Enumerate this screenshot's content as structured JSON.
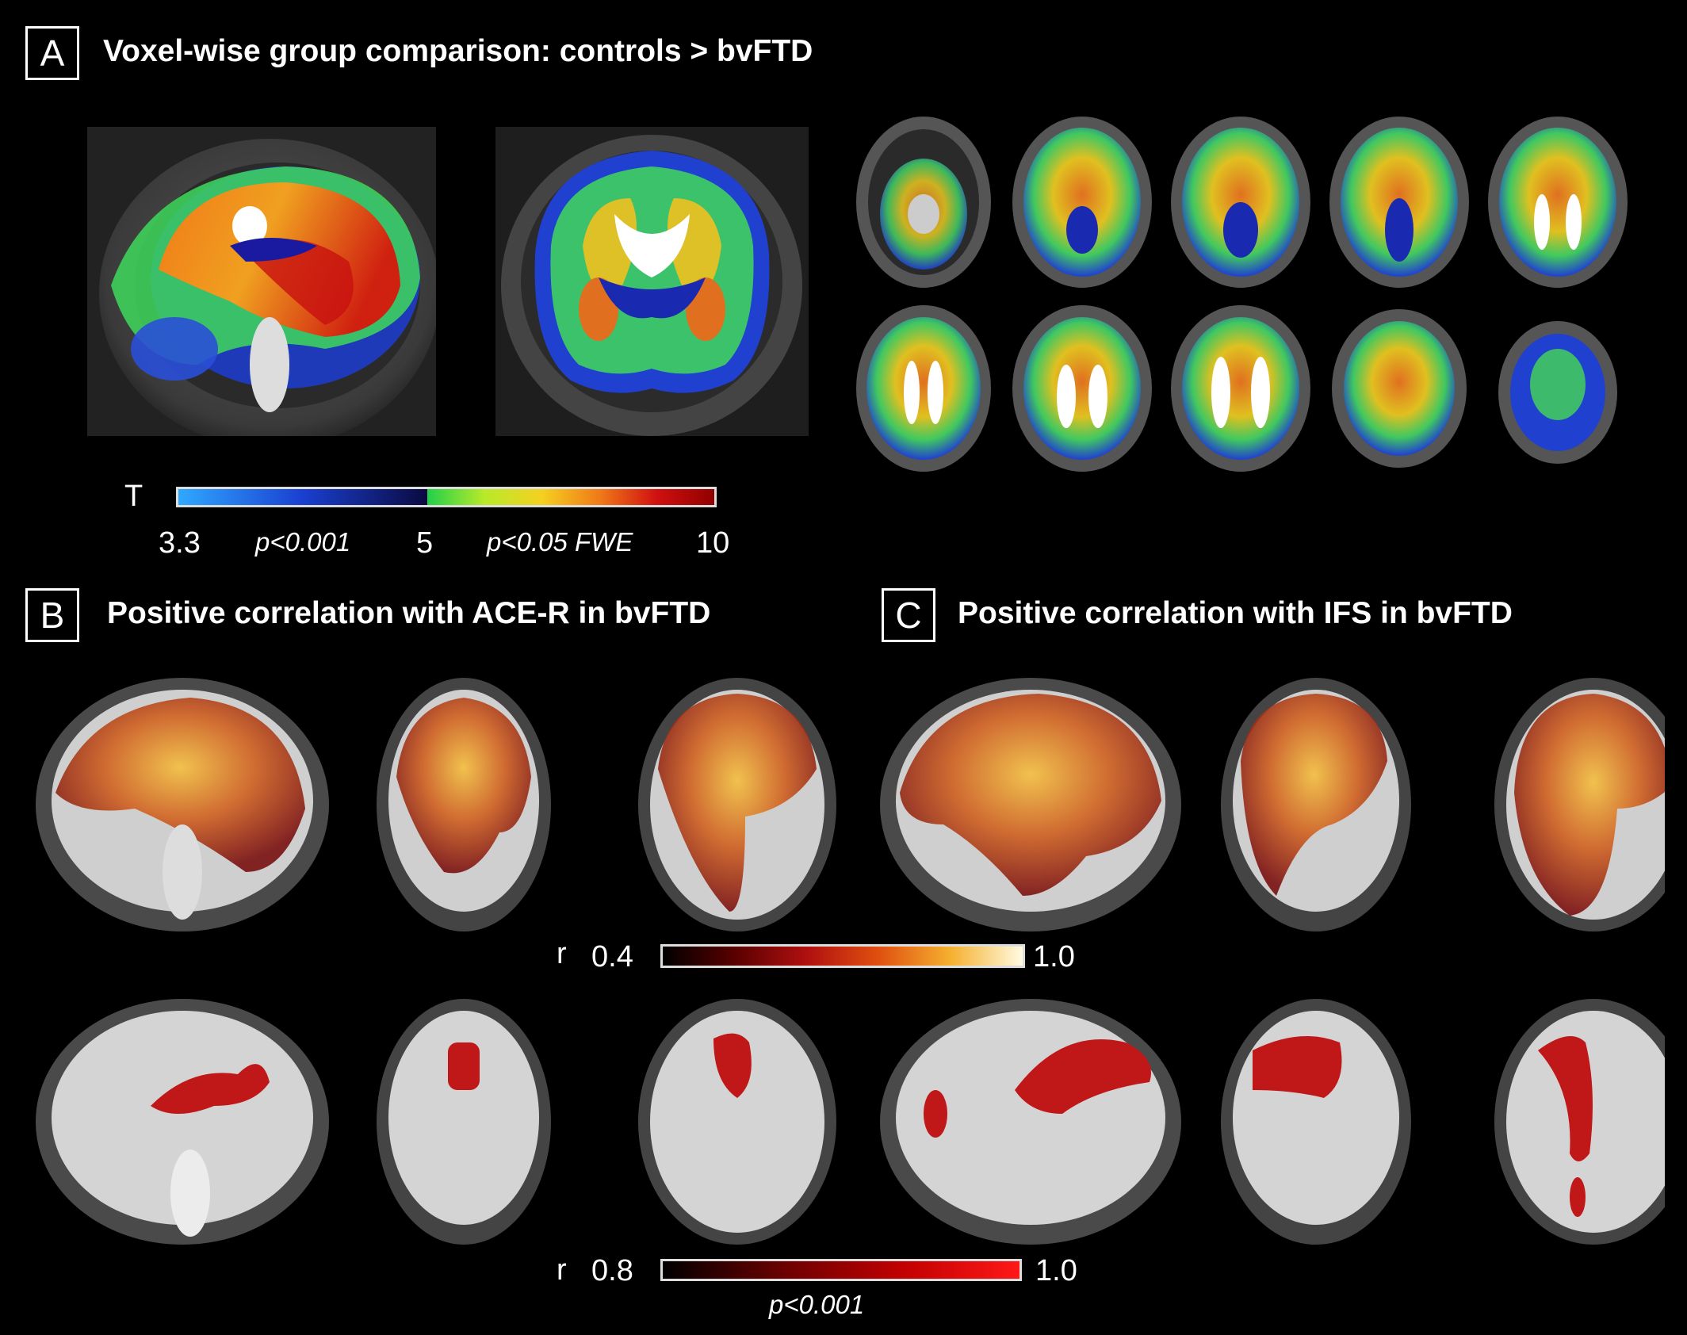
{
  "panels": {
    "a": {
      "letter": "A",
      "title": "Voxel-wise group comparison: controls > bvFTD"
    },
    "b": {
      "letter": "B",
      "title": "Positive correlation with ACE-R in bvFTD"
    },
    "c": {
      "letter": "C",
      "title": "Positive correlation with IFS in bvFTD"
    }
  },
  "colorbar_t": {
    "label": "T",
    "min": "3.3",
    "mid": "5",
    "max": "10",
    "sig_low": "p<0.001",
    "sig_high": "p<0.05 FWE",
    "colors_low": [
      "#2fa8ff",
      "#1a3fd0",
      "#0a0a40"
    ],
    "colors_high": [
      "#22d04a",
      "#b8ea2a",
      "#f5d020",
      "#f07a18",
      "#d01010",
      "#900000"
    ]
  },
  "colorbar_r1": {
    "label": "r",
    "min": "0.4",
    "max": "1.0",
    "colors": [
      "#000000",
      "#5a0000",
      "#b01010",
      "#e05010",
      "#f5b030",
      "#fffbe0"
    ]
  },
  "colorbar_r2": {
    "label": "r",
    "min": "0.8",
    "max": "1.0",
    "sig": "p<0.001",
    "colors": [
      "#000000",
      "#6a0000",
      "#c00000",
      "#ff1818"
    ]
  }
}
